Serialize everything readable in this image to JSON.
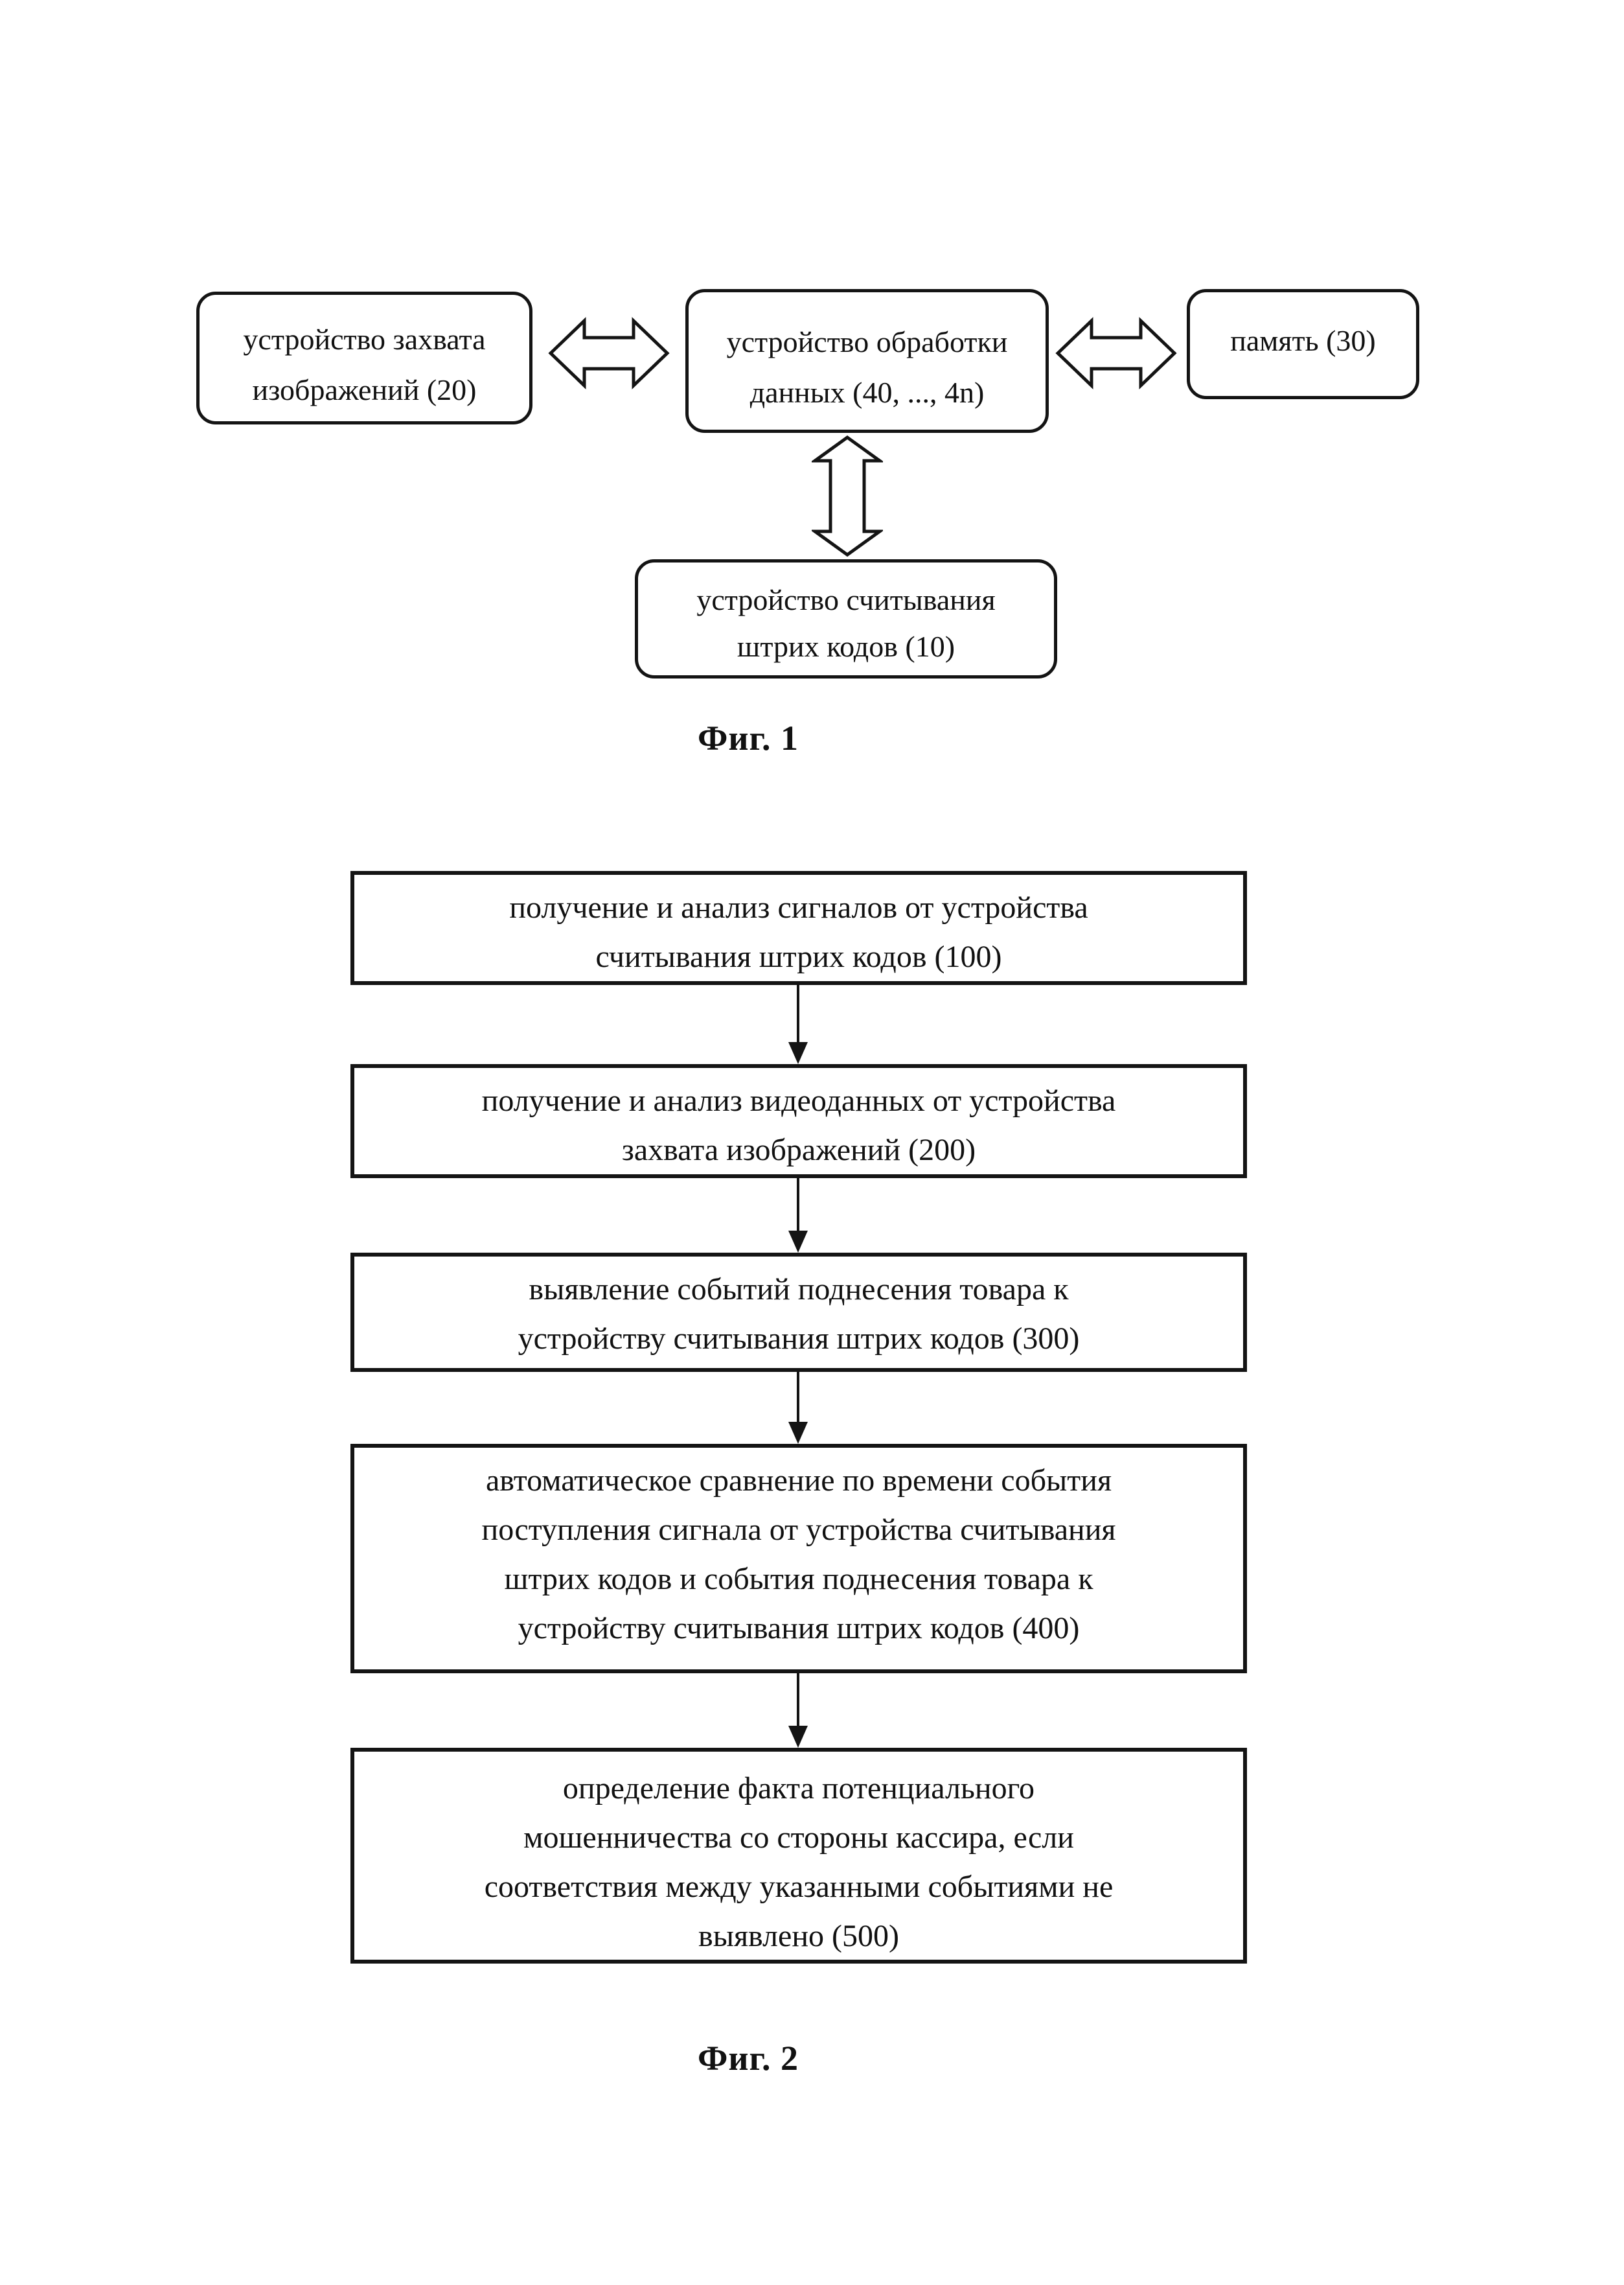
{
  "figure1": {
    "caption": "Фиг. 1",
    "image_capture_box": {
      "lines": [
        "устройство захвата",
        "изображений (20)"
      ]
    },
    "data_processing_box": {
      "lines": [
        "устройство обработки",
        "данных (40, ..., 4n)"
      ]
    },
    "memory_box": {
      "lines": [
        "память (30)"
      ]
    },
    "barcode_reader_box": {
      "lines": [
        "устройство считывания",
        "штрих кодов (10)"
      ]
    }
  },
  "figure2": {
    "caption": "Фиг. 2",
    "steps": [
      {
        "lines": [
          "получение и анализ сигналов от устройства",
          "считывания штрих кодов (100)"
        ]
      },
      {
        "lines": [
          "получение и анализ видеоданных от устройства",
          "захвата изображений (200)"
        ]
      },
      {
        "lines": [
          "выявление событий поднесения товара к",
          "устройству считывания штрих кодов (300)"
        ]
      },
      {
        "lines": [
          "автоматическое сравнение по времени события",
          "поступления сигнала от устройства считывания",
          "штрих кодов и события поднесения товара к",
          "устройству считывания штрих кодов (400)"
        ]
      },
      {
        "lines": [
          "определение факта потенциального",
          "мошенничества со стороны кассира, если",
          "соответствия между указанными событиями не",
          "выявлено (500)"
        ]
      }
    ]
  },
  "icons": {
    "bidirectional_arrow": "hollow-double-headed-arrow",
    "flow_arrow": "thin-line-solid-head-down-arrow"
  },
  "colors": {
    "ink": "#141414",
    "background": "#ffffff"
  }
}
